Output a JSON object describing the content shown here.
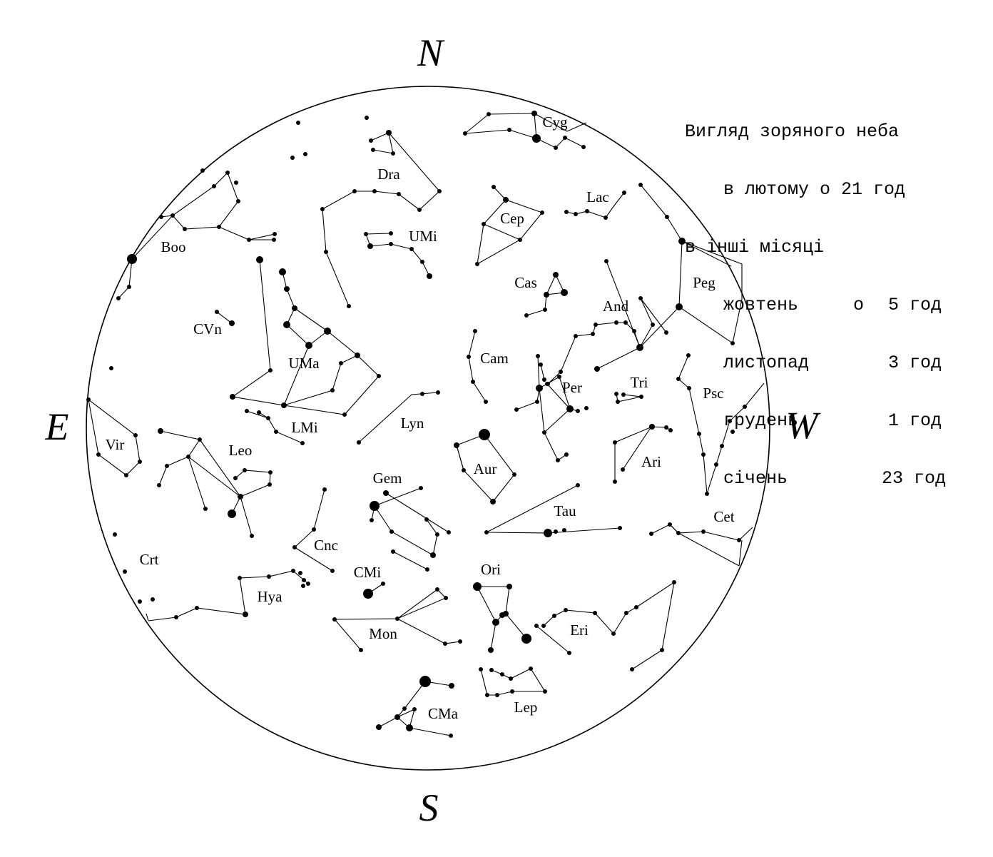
{
  "cardinals": {
    "north": "N",
    "south": "S",
    "east": "E",
    "west": "W"
  },
  "legend": {
    "line1": "Вигляд зоряного неба",
    "line2": "в лютому о 21 год",
    "line3": "в інші місяці",
    "months": [
      {
        "month": "жовтень",
        "sep": "о",
        "hours": "5 год"
      },
      {
        "month": "листопад",
        "sep": "",
        "hours": "3 год"
      },
      {
        "month": "грудень",
        "sep": "",
        "hours": "1 год"
      },
      {
        "month": "січень",
        "sep": "",
        "hours": "23 год"
      }
    ]
  },
  "constellations": [
    "Cyg",
    "Dra",
    "UMi",
    "Lac",
    "Cep",
    "Boo",
    "Cas",
    "Peg",
    "CVn",
    "And",
    "UMa",
    "Cam",
    "Tri",
    "Per",
    "Psc",
    "Lyn",
    "LMi",
    "Vir",
    "Leo",
    "Ari",
    "Aur",
    "Gem",
    "Tau",
    "Cet",
    "Cnc",
    "Crt",
    "CMi",
    "Ori",
    "Hya",
    "Eri",
    "Mon",
    "CMa",
    "Lep"
  ]
}
